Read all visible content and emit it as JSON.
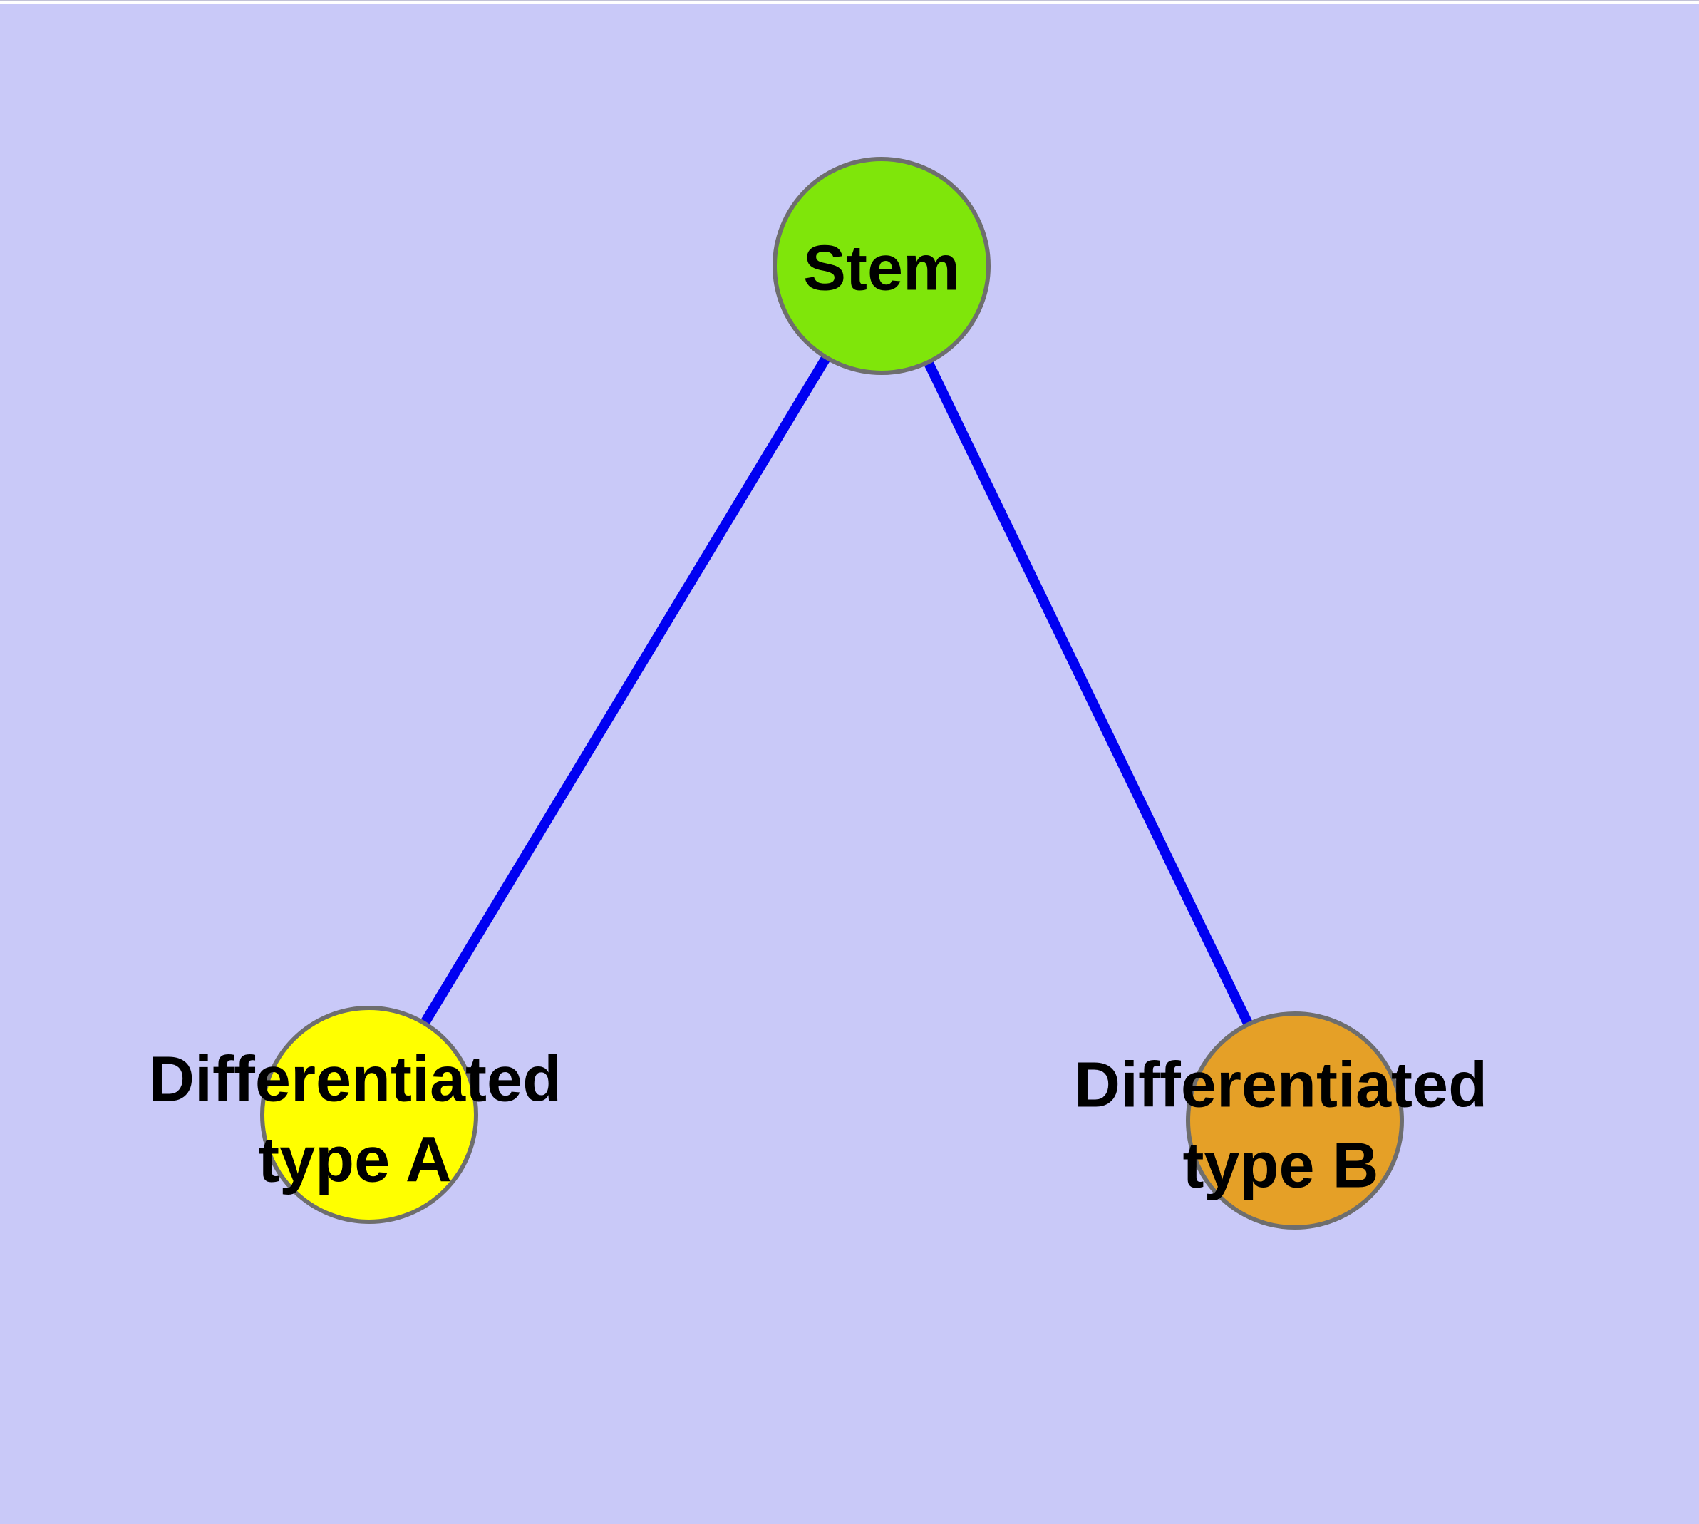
{
  "background_color": "#c9c9f8",
  "node_border_color": "#6e6e6e",
  "label_color": "#000000",
  "nodes": [
    {
      "id": "stem",
      "label": "Stem",
      "fill": "#7fe60a"
    },
    {
      "id": "differentiated-type-a",
      "label_lines": [
        "Differentiated",
        "type A"
      ],
      "fill": "#ffff00"
    },
    {
      "id": "differentiated-type-b",
      "label_lines": [
        "Differentiated",
        "type B"
      ],
      "fill": "#e5a027"
    }
  ],
  "edges": {
    "color": "#0000f2",
    "list": [
      {
        "from": "Stem",
        "to": "Differentiated type A"
      },
      {
        "from": "Stem",
        "to": "Differentiated type B"
      }
    ]
  }
}
